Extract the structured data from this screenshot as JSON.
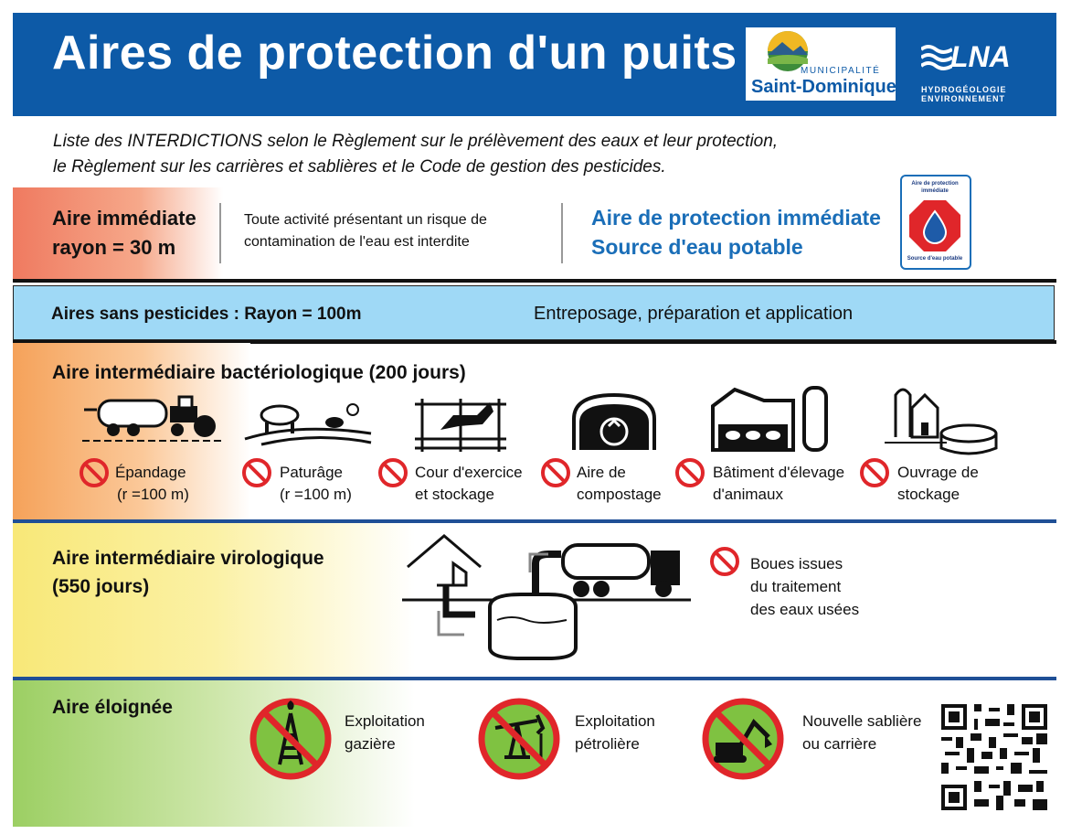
{
  "header": {
    "title": "Aires de protection d'un puits",
    "logo_municipality": {
      "prefix": "MUNICIPALITÉ",
      "name": "Saint-Dominique"
    },
    "logo_lna": {
      "name": "LNA",
      "line1": "HYDROGÉOLOGIE",
      "line2": "ENVIRONNEMENT"
    }
  },
  "intro": {
    "line1": "Liste des INTERDICTIONS selon le Règlement sur le prélèvement des eaux et leur protection,",
    "line2": "le Règlement sur les carrières et sablières et le Code de gestion des pesticides."
  },
  "zone_immediate": {
    "label_line1": "Aire immédiate",
    "label_line2": "rayon = 30 m",
    "description_line1": "Toute activité présentant un risque de",
    "description_line2": "contamination de l'eau est interdite",
    "right_line1": "Aire de protection immédiate",
    "right_line2": "Source d'eau potable",
    "sign_top_line1": "Aire de protection",
    "sign_top_line2": "immédiate",
    "sign_bottom": "Source d'eau potable"
  },
  "zone_pesticides": {
    "label": "Aires sans pesticides : Rayon = 100m",
    "description": "Entreposage, préparation et application"
  },
  "zone_bacterio": {
    "label": "Aire intermédiaire bactériologique (200 jours)",
    "items": [
      {
        "icon": "manure-spreader-icon",
        "line1": "Épandage",
        "line2": "(r =100 m)"
      },
      {
        "icon": "pasture-icon",
        "line1": "Paturâge",
        "line2": "(r =100 m)"
      },
      {
        "icon": "exercise-yard-icon",
        "line1": "Cour d'exercice",
        "line2": "et stockage"
      },
      {
        "icon": "compost-icon",
        "line1": "Aire de",
        "line2": "compostage"
      },
      {
        "icon": "livestock-barn-icon",
        "line1": "Bâtiment d'élevage",
        "line2": "d'animaux"
      },
      {
        "icon": "storage-tank-icon",
        "line1": "Ouvrage de",
        "line2": "stockage"
      }
    ]
  },
  "zone_viro": {
    "label_line1": "Aire intermédiaire virologique",
    "label_line2": "(550 jours)",
    "item_line1": "Boues issues",
    "item_line2": "du traitement",
    "item_line3": "des eaux usées"
  },
  "zone_eloignee": {
    "label": "Aire éloignée",
    "items": [
      {
        "icon": "gas-derrick-icon",
        "line1": "Exploitation",
        "line2": "gazière"
      },
      {
        "icon": "oil-pump-icon",
        "line1": "Exploitation",
        "line2": "pétrolière"
      },
      {
        "icon": "excavator-icon",
        "line1": "Nouvelle sablière",
        "line2": "ou carrière"
      }
    ]
  },
  "colors": {
    "header_blue": "#0d5aa7",
    "accent_blue": "#1a6eb8",
    "prohibited_red": "#e0262a",
    "pesticide_band": "#9fd9f6",
    "zone_divider": "#1f4f96",
    "green_far": "#7fc241"
  }
}
